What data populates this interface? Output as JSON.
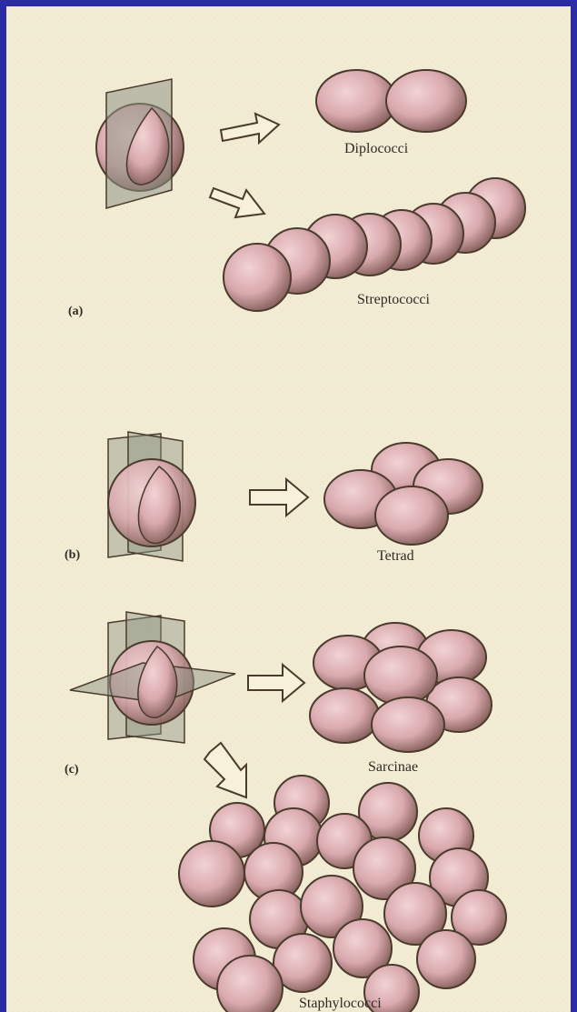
{
  "figure": {
    "panels": [
      {
        "id": "a",
        "label": "(a)",
        "arrangements": [
          "Diplococci",
          "Streptococci"
        ]
      },
      {
        "id": "b",
        "label": "(b)",
        "arrangements": [
          "Tetrad"
        ]
      },
      {
        "id": "c",
        "label": "(c)",
        "arrangements": [
          "Sarcinae",
          "Staphylococci"
        ]
      }
    ]
  },
  "colors": {
    "frame": "#2b2ba6",
    "background": "#f3ecd4",
    "coccus_fill": "#d9a9ae",
    "coccus_shadow": "#7a5a52",
    "division_plane": "#8f9486",
    "arrow_fill": "#f7f0da",
    "outline": "#4a3b2c"
  }
}
